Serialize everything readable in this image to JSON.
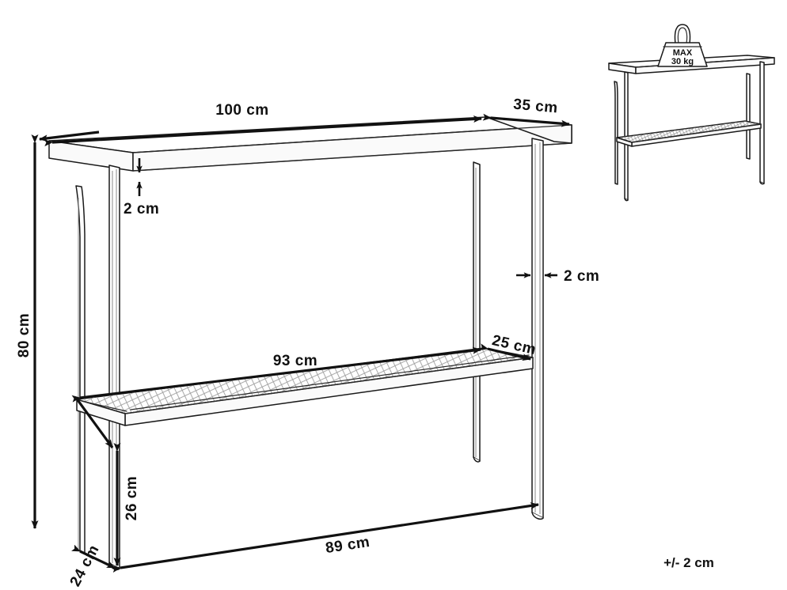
{
  "document": {
    "type": "technical-dimension-drawing",
    "subject": "console-table",
    "background_color": "#ffffff",
    "line_color": "#1a1a1a"
  },
  "main_view": {
    "name": "console-table-perspective-dimensioned",
    "dimensions": {
      "top_width": "100 cm",
      "top_depth": "35 cm",
      "top_thickness": "2 cm",
      "leg_width": "2 cm",
      "shelf_width": "93 cm",
      "shelf_depth": "25 cm",
      "total_height": "80 cm",
      "shelf_height": "26 cm",
      "base_depth": "24 cm",
      "base_width": "89 cm"
    }
  },
  "inset_view": {
    "name": "console-table-load-capacity",
    "weight_badge": {
      "line1": "MAX",
      "line2": "30 kg"
    }
  },
  "notes": {
    "tolerance": "+/- 2 cm"
  }
}
